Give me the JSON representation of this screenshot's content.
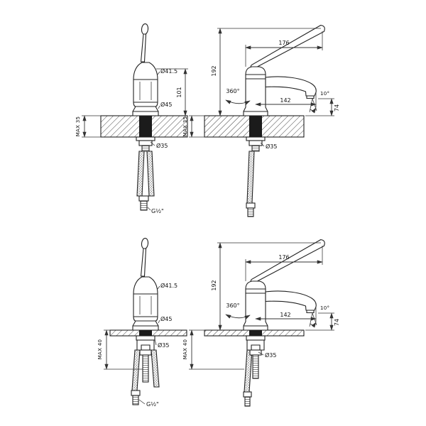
{
  "drawing": {
    "background": "#ffffff",
    "line_color": "#222222",
    "views": {
      "top_front": {
        "dia_body": "Ø41.5",
        "dia_base": "Ø45",
        "body_height": "101",
        "max_thickness": "MAX 35",
        "dia_shank": "Ø35",
        "thread_size": "G½\""
      },
      "top_side": {
        "total_length": "176",
        "total_height": "192",
        "swivel": "360°",
        "spout_reach": "142",
        "aerator_angle": "10°",
        "spout_height": "74",
        "max_thickness": "MAX 35",
        "dia_shank": "Ø35"
      },
      "bottom_front": {
        "dia_body": "Ø41.5",
        "dia_base": "Ø45",
        "max_thickness": "MAX 40",
        "dia_shank": "Ø35",
        "thread_size": "G½\""
      },
      "bottom_side": {
        "total_length": "176",
        "total_height": "192",
        "swivel": "360°",
        "spout_reach": "142",
        "aerator_angle": "10°",
        "spout_height": "74",
        "max_thickness": "MAX 40",
        "dia_shank": "Ø35"
      }
    }
  }
}
